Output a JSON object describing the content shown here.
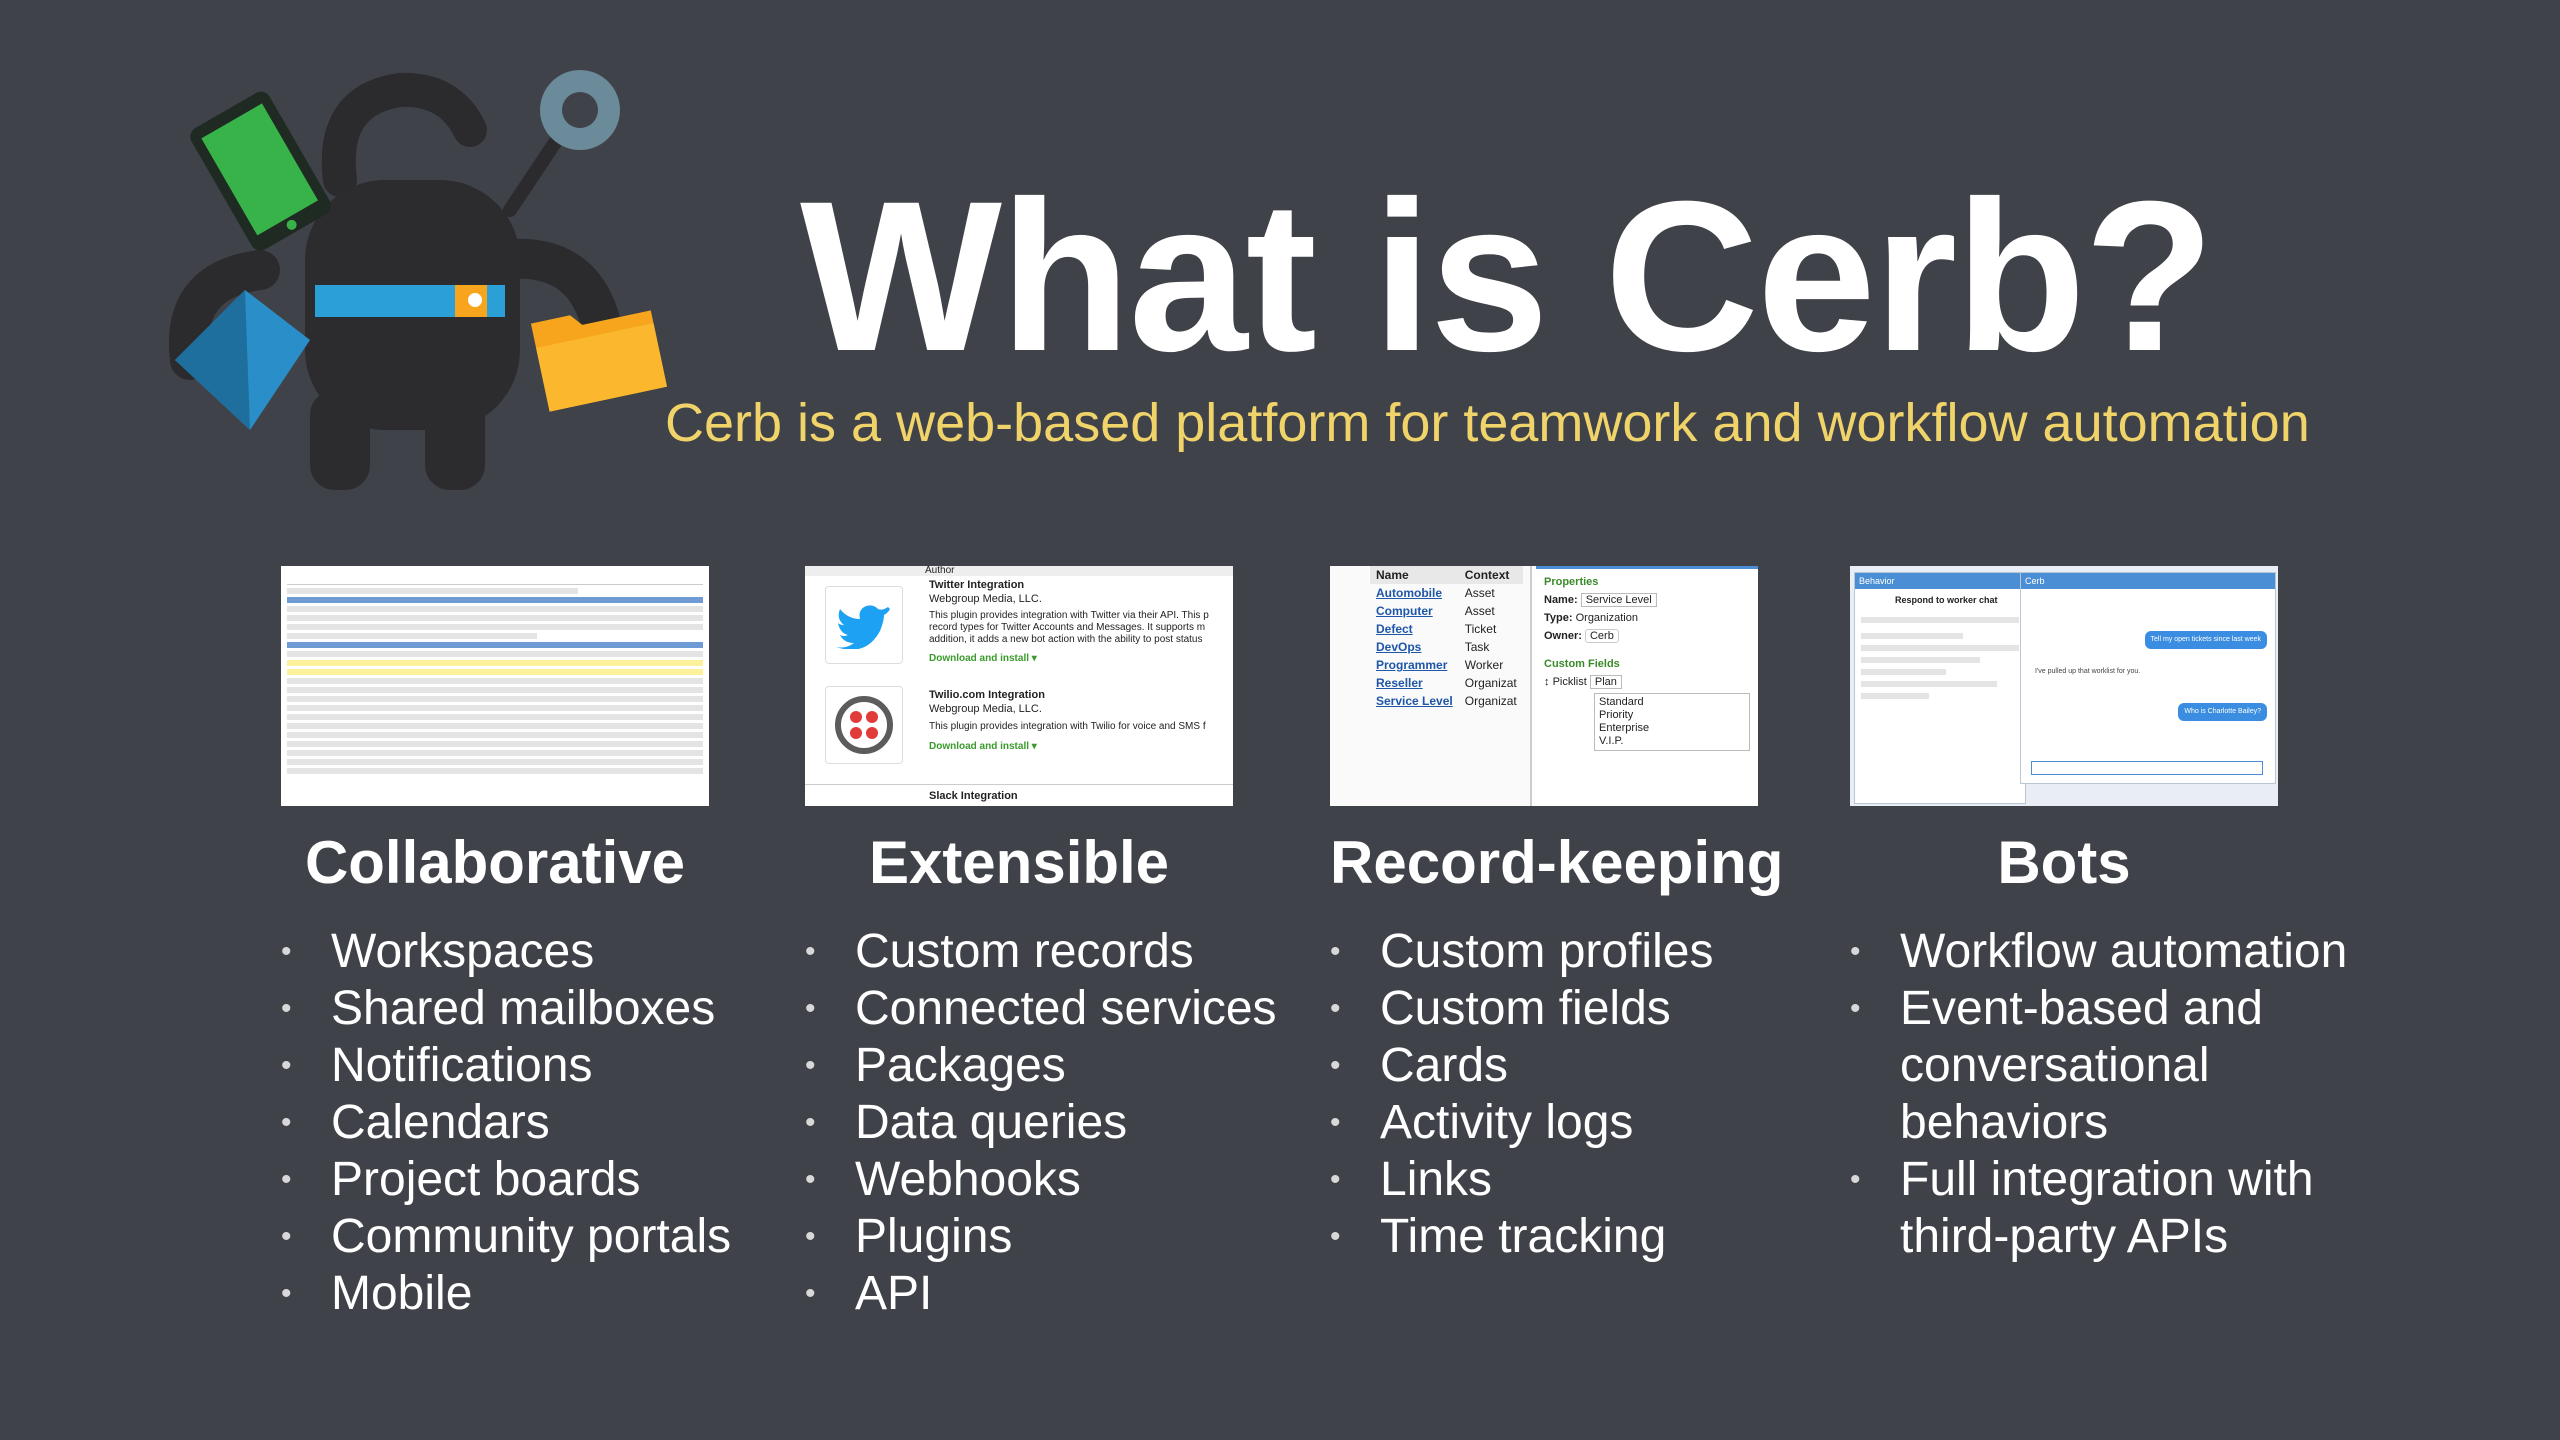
{
  "title": "What is Cerb?",
  "subtitle": "Cerb is a web-based platform for teamwork and workflow automation",
  "colors": {
    "background": "#3f4249",
    "subtitle": "#f0d46a",
    "text": "#ffffff"
  },
  "columns": [
    {
      "heading": "Collaborative",
      "items": [
        "Workspaces",
        "Shared mailboxes",
        "Notifications",
        "Calendars",
        "Project boards",
        "Community portals",
        "Mobile"
      ]
    },
    {
      "heading": "Extensible",
      "items": [
        "Custom records",
        "Connected services",
        "Packages",
        "Data queries",
        "Webhooks",
        "Plugins",
        "API"
      ],
      "thumb": {
        "author": "Author",
        "twitter_title": "Twitter Integration",
        "twitter_org": "Webgroup Media, LLC.",
        "twitter_desc": "This plugin provides integration with Twitter via their API. This p record types for Twitter Accounts and Messages. It supports m addition, it adds a new bot action with the ability to post status",
        "download": "Download and install ▾",
        "twilio_title": "Twilio.com Integration",
        "twilio_org": "Webgroup Media, LLC.",
        "twilio_desc": "This plugin provides integration with Twilio for voice and SMS f",
        "slack_title": "Slack Integration"
      }
    },
    {
      "heading": "Record-keeping",
      "items": [
        "Custom profiles",
        "Custom fields",
        "Cards",
        "Activity logs",
        "Links",
        "Time tracking"
      ],
      "thumb": {
        "col_name": "Name",
        "col_context": "Context",
        "rows": [
          {
            "name": "Automobile",
            "context": "Asset"
          },
          {
            "name": "Computer",
            "context": "Asset"
          },
          {
            "name": "Defect",
            "context": "Ticket"
          },
          {
            "name": "DevOps",
            "context": "Task"
          },
          {
            "name": "Programmer",
            "context": "Worker"
          },
          {
            "name": "Reseller",
            "context": "Organizat"
          },
          {
            "name": "Service Level",
            "context": "Organizat"
          }
        ],
        "properties": "Properties",
        "name_label": "Name:",
        "name_value": "Service Level",
        "type_label": "Type:",
        "type_value": "Organization",
        "owner_label": "Owner:",
        "owner_value": "Cerb",
        "custom_fields": "Custom Fields",
        "picklist_label": "Picklist",
        "picklist_value": "Plan",
        "options": [
          "Standard",
          "Priority",
          "Enterprise",
          "V.I.P."
        ]
      }
    },
    {
      "heading": "Bots",
      "items": [
        [
          "Workflow automation"
        ],
        [
          "Event-based and",
          "conversational",
          "behaviors"
        ],
        [
          "Full integration with",
          "third-party APIs"
        ]
      ],
      "thumb": {
        "behavior": "Behavior",
        "respond": "Respond to worker chat",
        "cerb": "Cerb",
        "bubble1": "Tell my open tickets since last week",
        "bubble2": "Who is Charlotte Bailey?",
        "reply": "I've pulled up that worklist for you."
      }
    }
  ]
}
